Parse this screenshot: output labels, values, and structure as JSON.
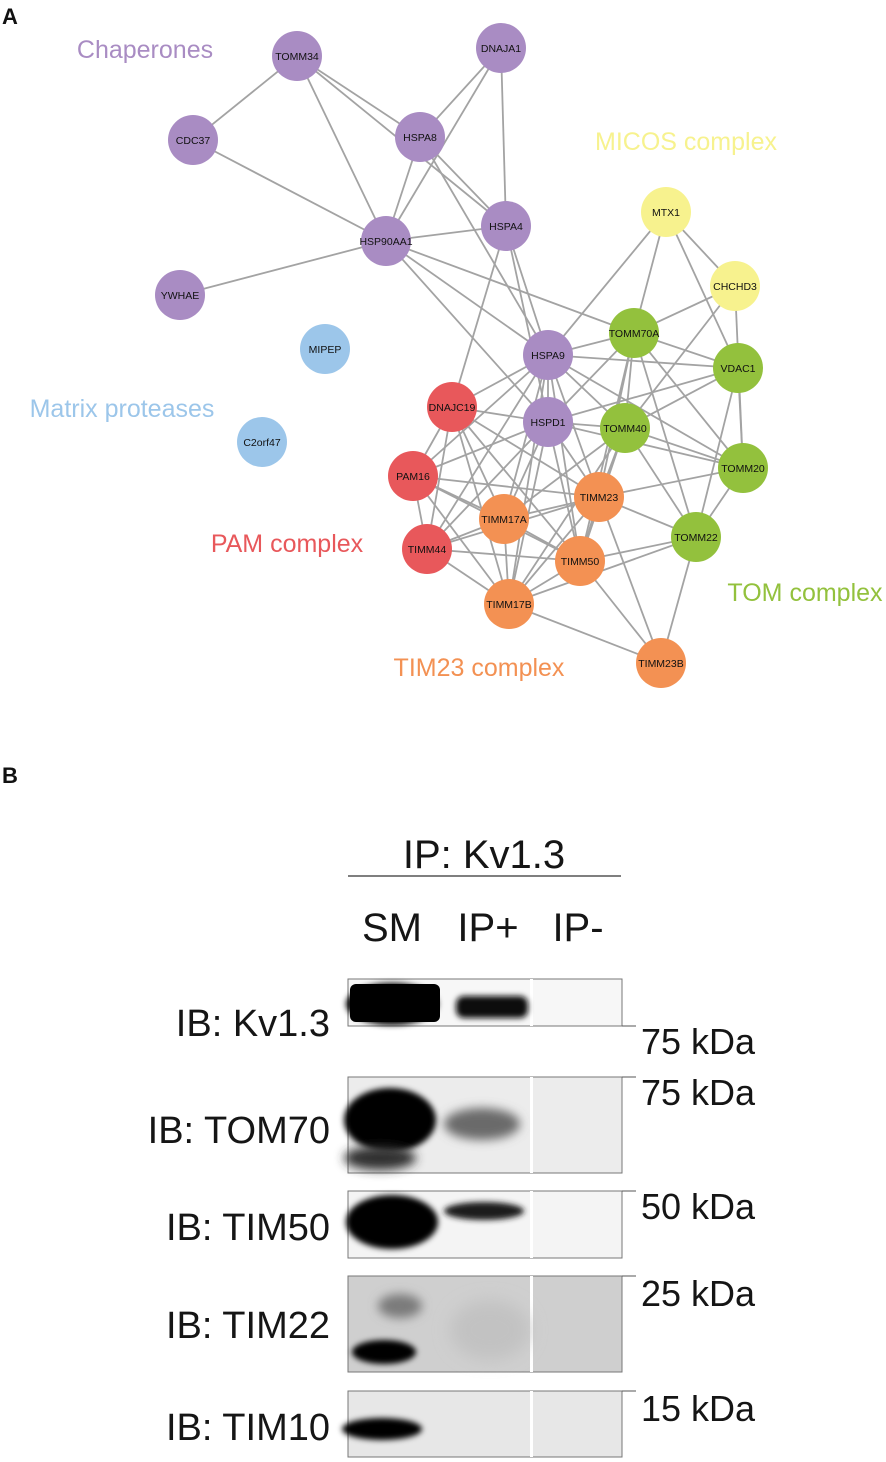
{
  "panels": {
    "a": "A",
    "b": "B"
  },
  "colors": {
    "chaperones": "#a98cc3",
    "micos": "#f7f28e",
    "matrix": "#9cc6ea",
    "pam": "#e8585b",
    "tim23": "#f39153",
    "tom": "#93c13d",
    "edge": "#a3a3a3"
  },
  "network": {
    "groups": [
      {
        "id": "chaperones",
        "label": "Chaperones",
        "color": "#a98cc3"
      },
      {
        "id": "micos",
        "label": "MICOS complex",
        "color": "#f7f28e"
      },
      {
        "id": "matrix",
        "label": "Matrix proteases",
        "color": "#9cc6ea"
      },
      {
        "id": "pam",
        "label": "PAM complex",
        "color": "#e8585b"
      },
      {
        "id": "tim23",
        "label": "TIM23 complex",
        "color": "#f39153"
      },
      {
        "id": "tom",
        "label": "TOM complex",
        "color": "#93c13d"
      }
    ],
    "nodes": [
      {
        "id": "TOMM34",
        "group": "chaperones"
      },
      {
        "id": "DNAJA1",
        "group": "chaperones"
      },
      {
        "id": "CDC37",
        "group": "chaperones"
      },
      {
        "id": "HSPA8",
        "group": "chaperones"
      },
      {
        "id": "HSPA4",
        "group": "chaperones"
      },
      {
        "id": "HSP90AA1",
        "group": "chaperones"
      },
      {
        "id": "YWHAE",
        "group": "chaperones"
      },
      {
        "id": "HSPA9",
        "group": "chaperones"
      },
      {
        "id": "HSPD1",
        "group": "chaperones"
      },
      {
        "id": "MIPEP",
        "group": "matrix"
      },
      {
        "id": "C2orf47",
        "group": "matrix"
      },
      {
        "id": "MTX1",
        "group": "micos"
      },
      {
        "id": "CHCHD3",
        "group": "micos"
      },
      {
        "id": "TOMM70A",
        "group": "tom"
      },
      {
        "id": "VDAC1",
        "group": "tom"
      },
      {
        "id": "TOMM40",
        "group": "tom"
      },
      {
        "id": "TOMM20",
        "group": "tom"
      },
      {
        "id": "TOMM22",
        "group": "tom"
      },
      {
        "id": "DNAJC19",
        "group": "pam"
      },
      {
        "id": "PAM16",
        "group": "pam"
      },
      {
        "id": "TIMM44",
        "group": "pam"
      },
      {
        "id": "TIMM23",
        "group": "tim23"
      },
      {
        "id": "TIMM17A",
        "group": "tim23"
      },
      {
        "id": "TIMM50",
        "group": "tim23"
      },
      {
        "id": "TIMM17B",
        "group": "tim23"
      },
      {
        "id": "TIMM23B",
        "group": "tim23"
      }
    ],
    "edges": [
      [
        "TOMM34",
        "CDC37"
      ],
      [
        "TOMM34",
        "HSPA8"
      ],
      [
        "TOMM34",
        "HSP90AA1"
      ],
      [
        "TOMM34",
        "HSPA4"
      ],
      [
        "DNAJA1",
        "HSPA8"
      ],
      [
        "DNAJA1",
        "HSP90AA1"
      ],
      [
        "DNAJA1",
        "HSPA4"
      ],
      [
        "CDC37",
        "HSP90AA1"
      ],
      [
        "HSPA8",
        "HSP90AA1"
      ],
      [
        "HSPA8",
        "HSPA4"
      ],
      [
        "HSPA8",
        "HSPA9"
      ],
      [
        "HSP90AA1",
        "HSPA4"
      ],
      [
        "HSP90AA1",
        "YWHAE"
      ],
      [
        "HSP90AA1",
        "HSPA9"
      ],
      [
        "HSP90AA1",
        "TOMM70A"
      ],
      [
        "HSP90AA1",
        "HSPD1"
      ],
      [
        "HSPA4",
        "HSPA9"
      ],
      [
        "HSPA4",
        "HSPD1"
      ],
      [
        "HSPA4",
        "DNAJC19"
      ],
      [
        "MTX1",
        "CHCHD3"
      ],
      [
        "MTX1",
        "TOMM70A"
      ],
      [
        "MTX1",
        "VDAC1"
      ],
      [
        "MTX1",
        "HSPA9"
      ],
      [
        "CHCHD3",
        "TOMM70A"
      ],
      [
        "CHCHD3",
        "TOMM40"
      ],
      [
        "CHCHD3",
        "TOMM20"
      ],
      [
        "HSPA9",
        "TOMM70A"
      ],
      [
        "HSPA9",
        "HSPD1"
      ],
      [
        "HSPA9",
        "DNAJC19"
      ],
      [
        "HSPA9",
        "TOMM40"
      ],
      [
        "HSPA9",
        "VDAC1"
      ],
      [
        "HSPA9",
        "PAM16"
      ],
      [
        "HSPA9",
        "TIMM44"
      ],
      [
        "HSPA9",
        "TIMM23"
      ],
      [
        "HSPA9",
        "TIMM17A"
      ],
      [
        "HSPA9",
        "TIMM50"
      ],
      [
        "HSPA9",
        "TIMM17B"
      ],
      [
        "HSPA9",
        "TOMM20"
      ],
      [
        "TOMM70A",
        "TOMM40"
      ],
      [
        "TOMM70A",
        "VDAC1"
      ],
      [
        "TOMM70A",
        "TOMM20"
      ],
      [
        "TOMM70A",
        "TOMM22"
      ],
      [
        "TOMM70A",
        "HSPD1"
      ],
      [
        "TOMM70A",
        "TIMM23"
      ],
      [
        "TOMM70A",
        "TIMM50"
      ],
      [
        "VDAC1",
        "TOMM20"
      ],
      [
        "VDAC1",
        "TOMM40"
      ],
      [
        "VDAC1",
        "TOMM22"
      ],
      [
        "VDAC1",
        "HSPD1"
      ],
      [
        "TOMM40",
        "TOMM20"
      ],
      [
        "TOMM40",
        "TOMM22"
      ],
      [
        "TOMM40",
        "HSPD1"
      ],
      [
        "TOMM40",
        "TIMM23"
      ],
      [
        "TOMM40",
        "TIMM50"
      ],
      [
        "TOMM40",
        "TIMM17A"
      ],
      [
        "TOMM40",
        "TIMM17B"
      ],
      [
        "TOMM20",
        "TOMM22"
      ],
      [
        "TOMM20",
        "TIMM23"
      ],
      [
        "TOMM20",
        "HSPD1"
      ],
      [
        "TOMM22",
        "TIMM23"
      ],
      [
        "TOMM22",
        "TIMM50"
      ],
      [
        "TOMM22",
        "TIMM23B"
      ],
      [
        "TOMM22",
        "TIMM17B"
      ],
      [
        "HSPD1",
        "DNAJC19"
      ],
      [
        "HSPD1",
        "PAM16"
      ],
      [
        "HSPD1",
        "TIMM44"
      ],
      [
        "HSPD1",
        "TIMM23"
      ],
      [
        "HSPD1",
        "TIMM17A"
      ],
      [
        "HSPD1",
        "TIMM50"
      ],
      [
        "HSPD1",
        "TIMM17B"
      ],
      [
        "DNAJC19",
        "PAM16"
      ],
      [
        "DNAJC19",
        "TIMM44"
      ],
      [
        "DNAJC19",
        "TIMM17A"
      ],
      [
        "DNAJC19",
        "TIMM23"
      ],
      [
        "DNAJC19",
        "TIMM50"
      ],
      [
        "DNAJC19",
        "TIMM17B"
      ],
      [
        "PAM16",
        "TIMM44"
      ],
      [
        "PAM16",
        "TIMM17A"
      ],
      [
        "PAM16",
        "TIMM23"
      ],
      [
        "PAM16",
        "TIMM50"
      ],
      [
        "PAM16",
        "TIMM17B"
      ],
      [
        "TIMM44",
        "TIMM17A"
      ],
      [
        "TIMM44",
        "TIMM17B"
      ],
      [
        "TIMM44",
        "TIMM23"
      ],
      [
        "TIMM44",
        "TIMM50"
      ],
      [
        "TIMM23",
        "TIMM17A"
      ],
      [
        "TIMM23",
        "TIMM50"
      ],
      [
        "TIMM23",
        "TIMM17B"
      ],
      [
        "TIMM23",
        "TIMM23B"
      ],
      [
        "TIMM17A",
        "TIMM50"
      ],
      [
        "TIMM17A",
        "TIMM17B"
      ],
      [
        "TIMM50",
        "TIMM17B"
      ],
      [
        "TIMM50",
        "TIMM23B"
      ],
      [
        "TIMM17B",
        "TIMM23B"
      ]
    ]
  },
  "blot": {
    "ip_header": "IP: Kv1.3",
    "lanes": [
      "SM",
      "IP+",
      "IP-"
    ],
    "rows": [
      {
        "label": "IB: Kv1.3",
        "marker": "75 kDa"
      },
      {
        "label": "IB: TOM70",
        "marker": "75 kDa"
      },
      {
        "label": "IB: TIM50",
        "marker": "50 kDa"
      },
      {
        "label": "IB: TIM22",
        "marker": "25 kDa"
      },
      {
        "label": "IB: TIM10",
        "marker": "15 kDa"
      }
    ]
  }
}
